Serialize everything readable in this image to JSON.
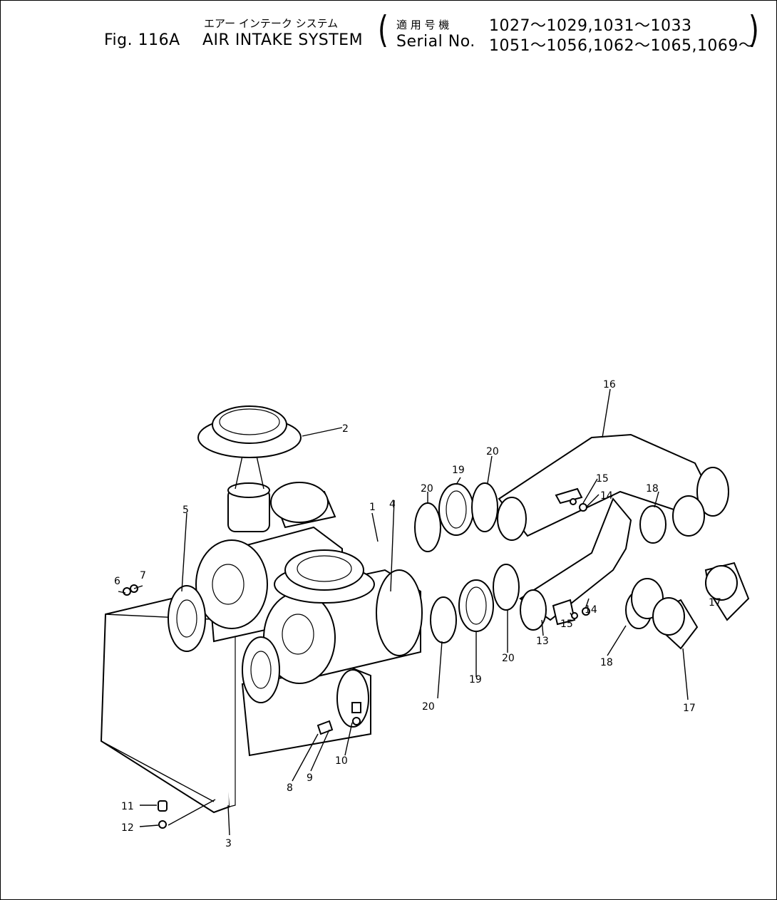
{
  "header": {
    "title_jp": "エアー インテーク システム",
    "fig_number": "Fig. 116A",
    "title_en": "AIR INTAKE SYSTEM",
    "applicable_jp": "適 用 号 機",
    "serial_label": "Serial No.",
    "serial_line1": "1027～1029,1031～1033",
    "serial_line2": "1051～1056,1062～1065,1069～"
  },
  "callouts": [
    {
      "id": "c1",
      "text": "1"
    },
    {
      "id": "c2",
      "text": "2"
    },
    {
      "id": "c3",
      "text": "3"
    },
    {
      "id": "c4",
      "text": "4"
    },
    {
      "id": "c5",
      "text": "5"
    },
    {
      "id": "c6",
      "text": "6"
    },
    {
      "id": "c7",
      "text": "7"
    },
    {
      "id": "c8",
      "text": "8"
    },
    {
      "id": "c9",
      "text": "9"
    },
    {
      "id": "c10",
      "text": "10"
    },
    {
      "id": "c11",
      "text": "11"
    },
    {
      "id": "c12",
      "text": "12"
    },
    {
      "id": "c13",
      "text": "13"
    },
    {
      "id": "c14a",
      "text": "14"
    },
    {
      "id": "c14b",
      "text": "14"
    },
    {
      "id": "c15a",
      "text": "15"
    },
    {
      "id": "c15b",
      "text": "15"
    },
    {
      "id": "c16",
      "text": "16"
    },
    {
      "id": "c17a",
      "text": "17"
    },
    {
      "id": "c17b",
      "text": "17"
    },
    {
      "id": "c18a",
      "text": "18"
    },
    {
      "id": "c18b",
      "text": "18"
    },
    {
      "id": "c19a",
      "text": "19"
    },
    {
      "id": "c19b",
      "text": "19"
    },
    {
      "id": "c20a",
      "text": "20"
    },
    {
      "id": "c20b",
      "text": "20"
    },
    {
      "id": "c20c",
      "text": "20"
    },
    {
      "id": "c20d",
      "text": "20"
    }
  ]
}
